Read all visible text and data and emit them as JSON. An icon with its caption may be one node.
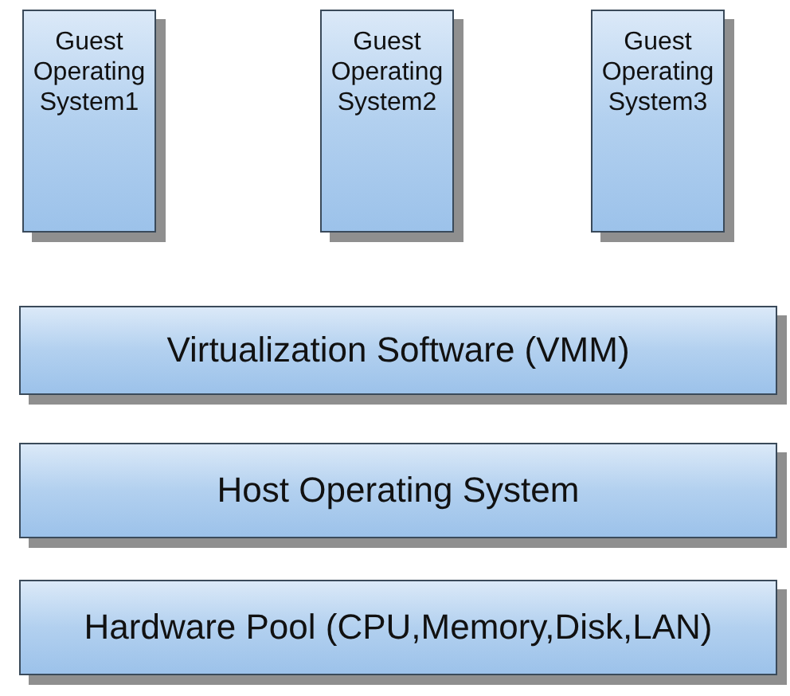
{
  "diagram": {
    "nodes": [
      {
        "text": [
          "Guest Operating System1"
        ]
      },
      {
        "text": [
          "Guest Operating System2"
        ]
      },
      {
        "text": [
          "Guest Operating System3"
        ]
      },
      {
        "text": [
          "Virtualization Software (VMM)"
        ]
      },
      {
        "text": [
          "Host Operating System"
        ]
      },
      {
        "text": [
          "Hardware Pool (CPU,Memory,Disk,LAN)"
        ]
      }
    ]
  }
}
